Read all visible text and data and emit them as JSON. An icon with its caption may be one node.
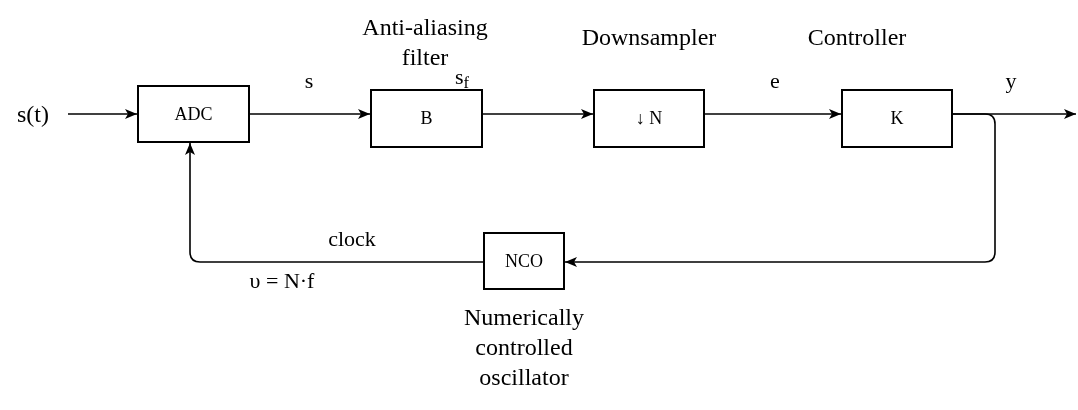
{
  "diagram": {
    "nodes": [
      {
        "text": [
          "s(t)"
        ]
      },
      {
        "text": [
          "ADC"
        ]
      },
      {
        "text": [
          "B"
        ],
        "beside": [
          "Anti-aliasing filter"
        ]
      },
      {
        "text": [
          "↓ N"
        ],
        "beside": [
          "Downsampler"
        ]
      },
      {
        "text": [
          "K"
        ],
        "beside": [
          "Controller"
        ]
      },
      {
        "text": [
          "NCO"
        ],
        "beside": [
          "Numerically controlled oscillator"
        ]
      }
    ],
    "edges": [
      {
        "from": 0,
        "to": 1,
        "arrow": "to"
      },
      {
        "from": 1,
        "to": 2,
        "arrow": "to",
        "label": "s"
      },
      {
        "from": 2,
        "to": 3,
        "arrow": "to",
        "label": "s$_{f}$"
      },
      {
        "from": 3,
        "to": 4,
        "arrow": "to",
        "label": "e"
      },
      {
        "from": 4,
        "to": null,
        "arrow": "to",
        "label": "y"
      },
      {
        "from": 4,
        "to": 5,
        "arrow": "to"
      },
      {
        "from": 5,
        "to": 1,
        "arrow": "to",
        "label": "clock"
      }
    ],
    "labels": [
      "υ = N·f"
    ]
  }
}
